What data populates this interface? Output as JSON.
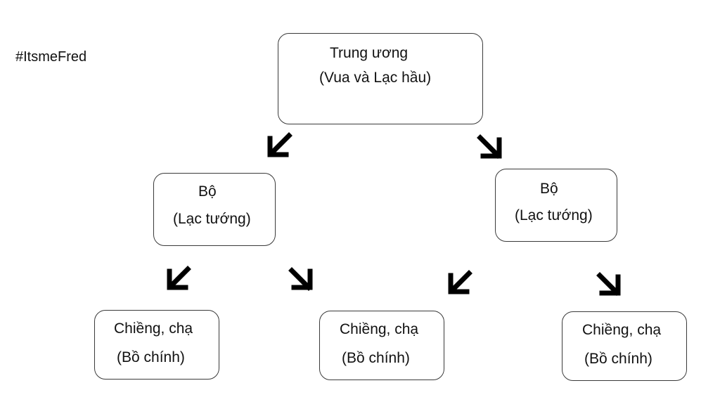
{
  "watermark": "#ItsmeFred",
  "diagram": {
    "root": {
      "line1": "Trung ương",
      "line2": "(Vua và Lạc hầu)"
    },
    "level2": [
      {
        "line1": "Bộ",
        "line2": "(Lạc tướng)"
      },
      {
        "line1": "Bộ",
        "line2": "(Lạc tướng)"
      }
    ],
    "level3": [
      {
        "line1": "Chiềng, chạ",
        "line2": "(Bồ chính)"
      },
      {
        "line1": "Chiềng, chạ",
        "line2": "(Bồ chính)"
      },
      {
        "line1": "Chiềng, chạ",
        "line2": "(Bồ chính)"
      }
    ],
    "arrow_color": "#000000",
    "border_color": "#3a3a3a"
  }
}
